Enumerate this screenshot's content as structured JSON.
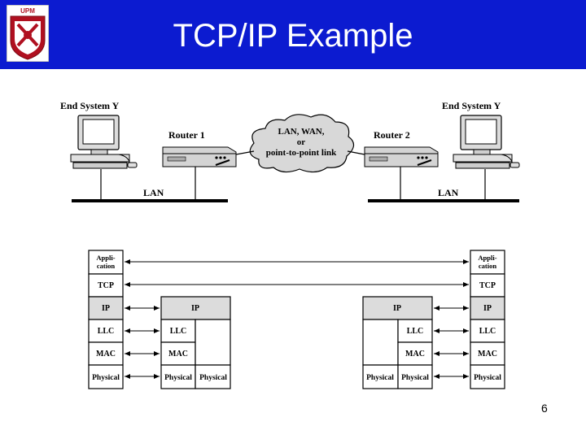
{
  "slide": {
    "title": "TCP/IP Example",
    "page_number": "6",
    "logo_text": "UPM"
  },
  "network": {
    "left_host": "End System Y",
    "right_host": "End System Y",
    "router1": "Router 1",
    "router2": "Router 2",
    "cloud_line1": "LAN, WAN,",
    "cloud_line2": "or",
    "cloud_line3": "point-to-point link",
    "lan_left": "LAN",
    "lan_right": "LAN"
  },
  "stacks": {
    "host_left": {
      "appl1": "Appli-",
      "appl2": "cation",
      "tcp": "TCP",
      "ip": "IP",
      "llc": "LLC",
      "mac": "MAC",
      "phys": "Physical"
    },
    "router1": {
      "ip": "IP",
      "llc": "LLC",
      "mac": "MAC",
      "phys_a": "Physical",
      "phys_b": "Physical"
    },
    "router2": {
      "ip": "IP",
      "llc": "LLC",
      "mac": "MAC",
      "phys_a": "Physical",
      "phys_b": "Physical"
    },
    "host_right": {
      "appl1": "Appli-",
      "appl2": "cation",
      "tcp": "TCP",
      "ip": "IP",
      "llc": "LLC",
      "mac": "MAC",
      "phys": "Physical"
    }
  },
  "colors": {
    "header": "#0c1bd0",
    "ip_fill": "#dcdcdc",
    "device": "#d8d8d8"
  }
}
